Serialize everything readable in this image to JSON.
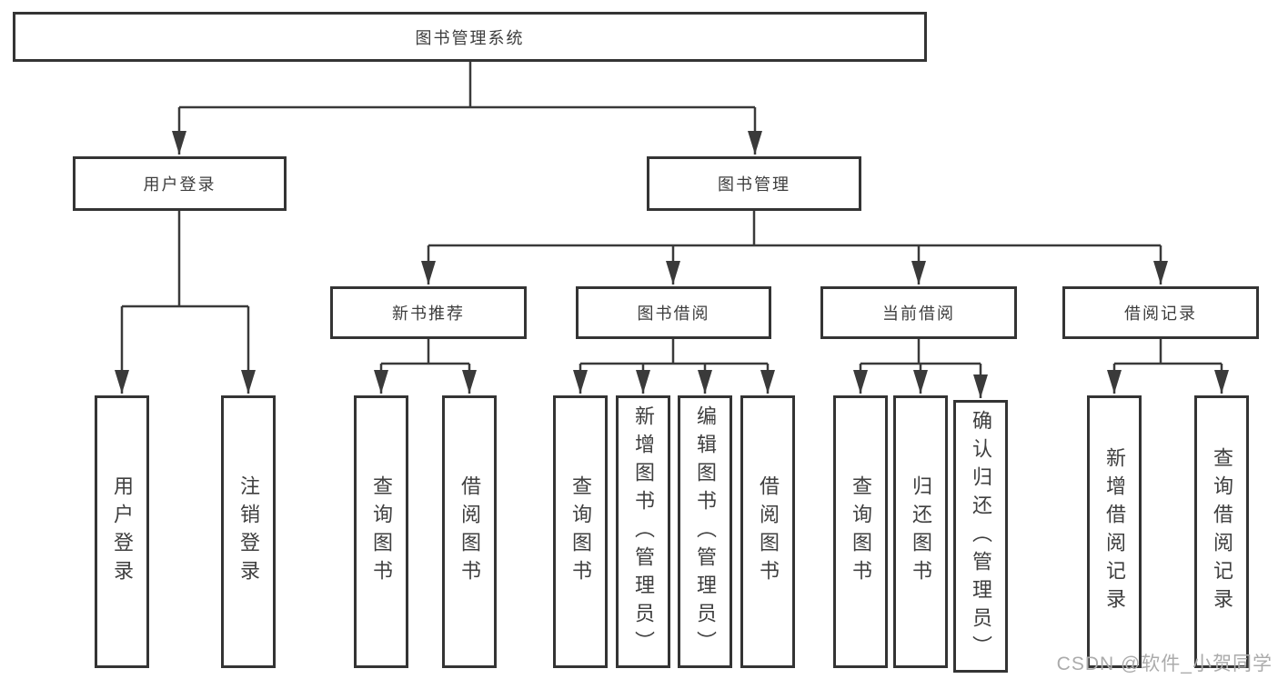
{
  "tree": {
    "root": {
      "label": "图书管理系统"
    },
    "branches": [
      {
        "label": "用户登录",
        "children": [
          {
            "label": "用户登录"
          },
          {
            "label": "注销登录"
          }
        ]
      },
      {
        "label": "图书管理",
        "groups": [
          {
            "label": "新书推荐",
            "children": [
              {
                "label": "查询图书"
              },
              {
                "label": "借阅图书"
              }
            ]
          },
          {
            "label": "图书借阅",
            "children": [
              {
                "label": "查询图书"
              },
              {
                "label": "新增图书（管理员）"
              },
              {
                "label": "编辑图书（管理员）"
              },
              {
                "label": "借阅图书"
              }
            ]
          },
          {
            "label": "当前借阅",
            "children": [
              {
                "label": "查询图书"
              },
              {
                "label": "归还图书"
              },
              {
                "label": "确认归还（管理员）"
              }
            ]
          },
          {
            "label": "借阅记录",
            "children": [
              {
                "label": "新增借阅记录"
              },
              {
                "label": "查询借阅记录"
              }
            ]
          }
        ]
      }
    ]
  },
  "watermark": "CSDN @软件_小贺同学",
  "colors": {
    "line": "#3a3a3a",
    "box_border": "#343434",
    "text": "#3f3f3f",
    "background": "#ffffff",
    "watermark": "#ababab"
  }
}
